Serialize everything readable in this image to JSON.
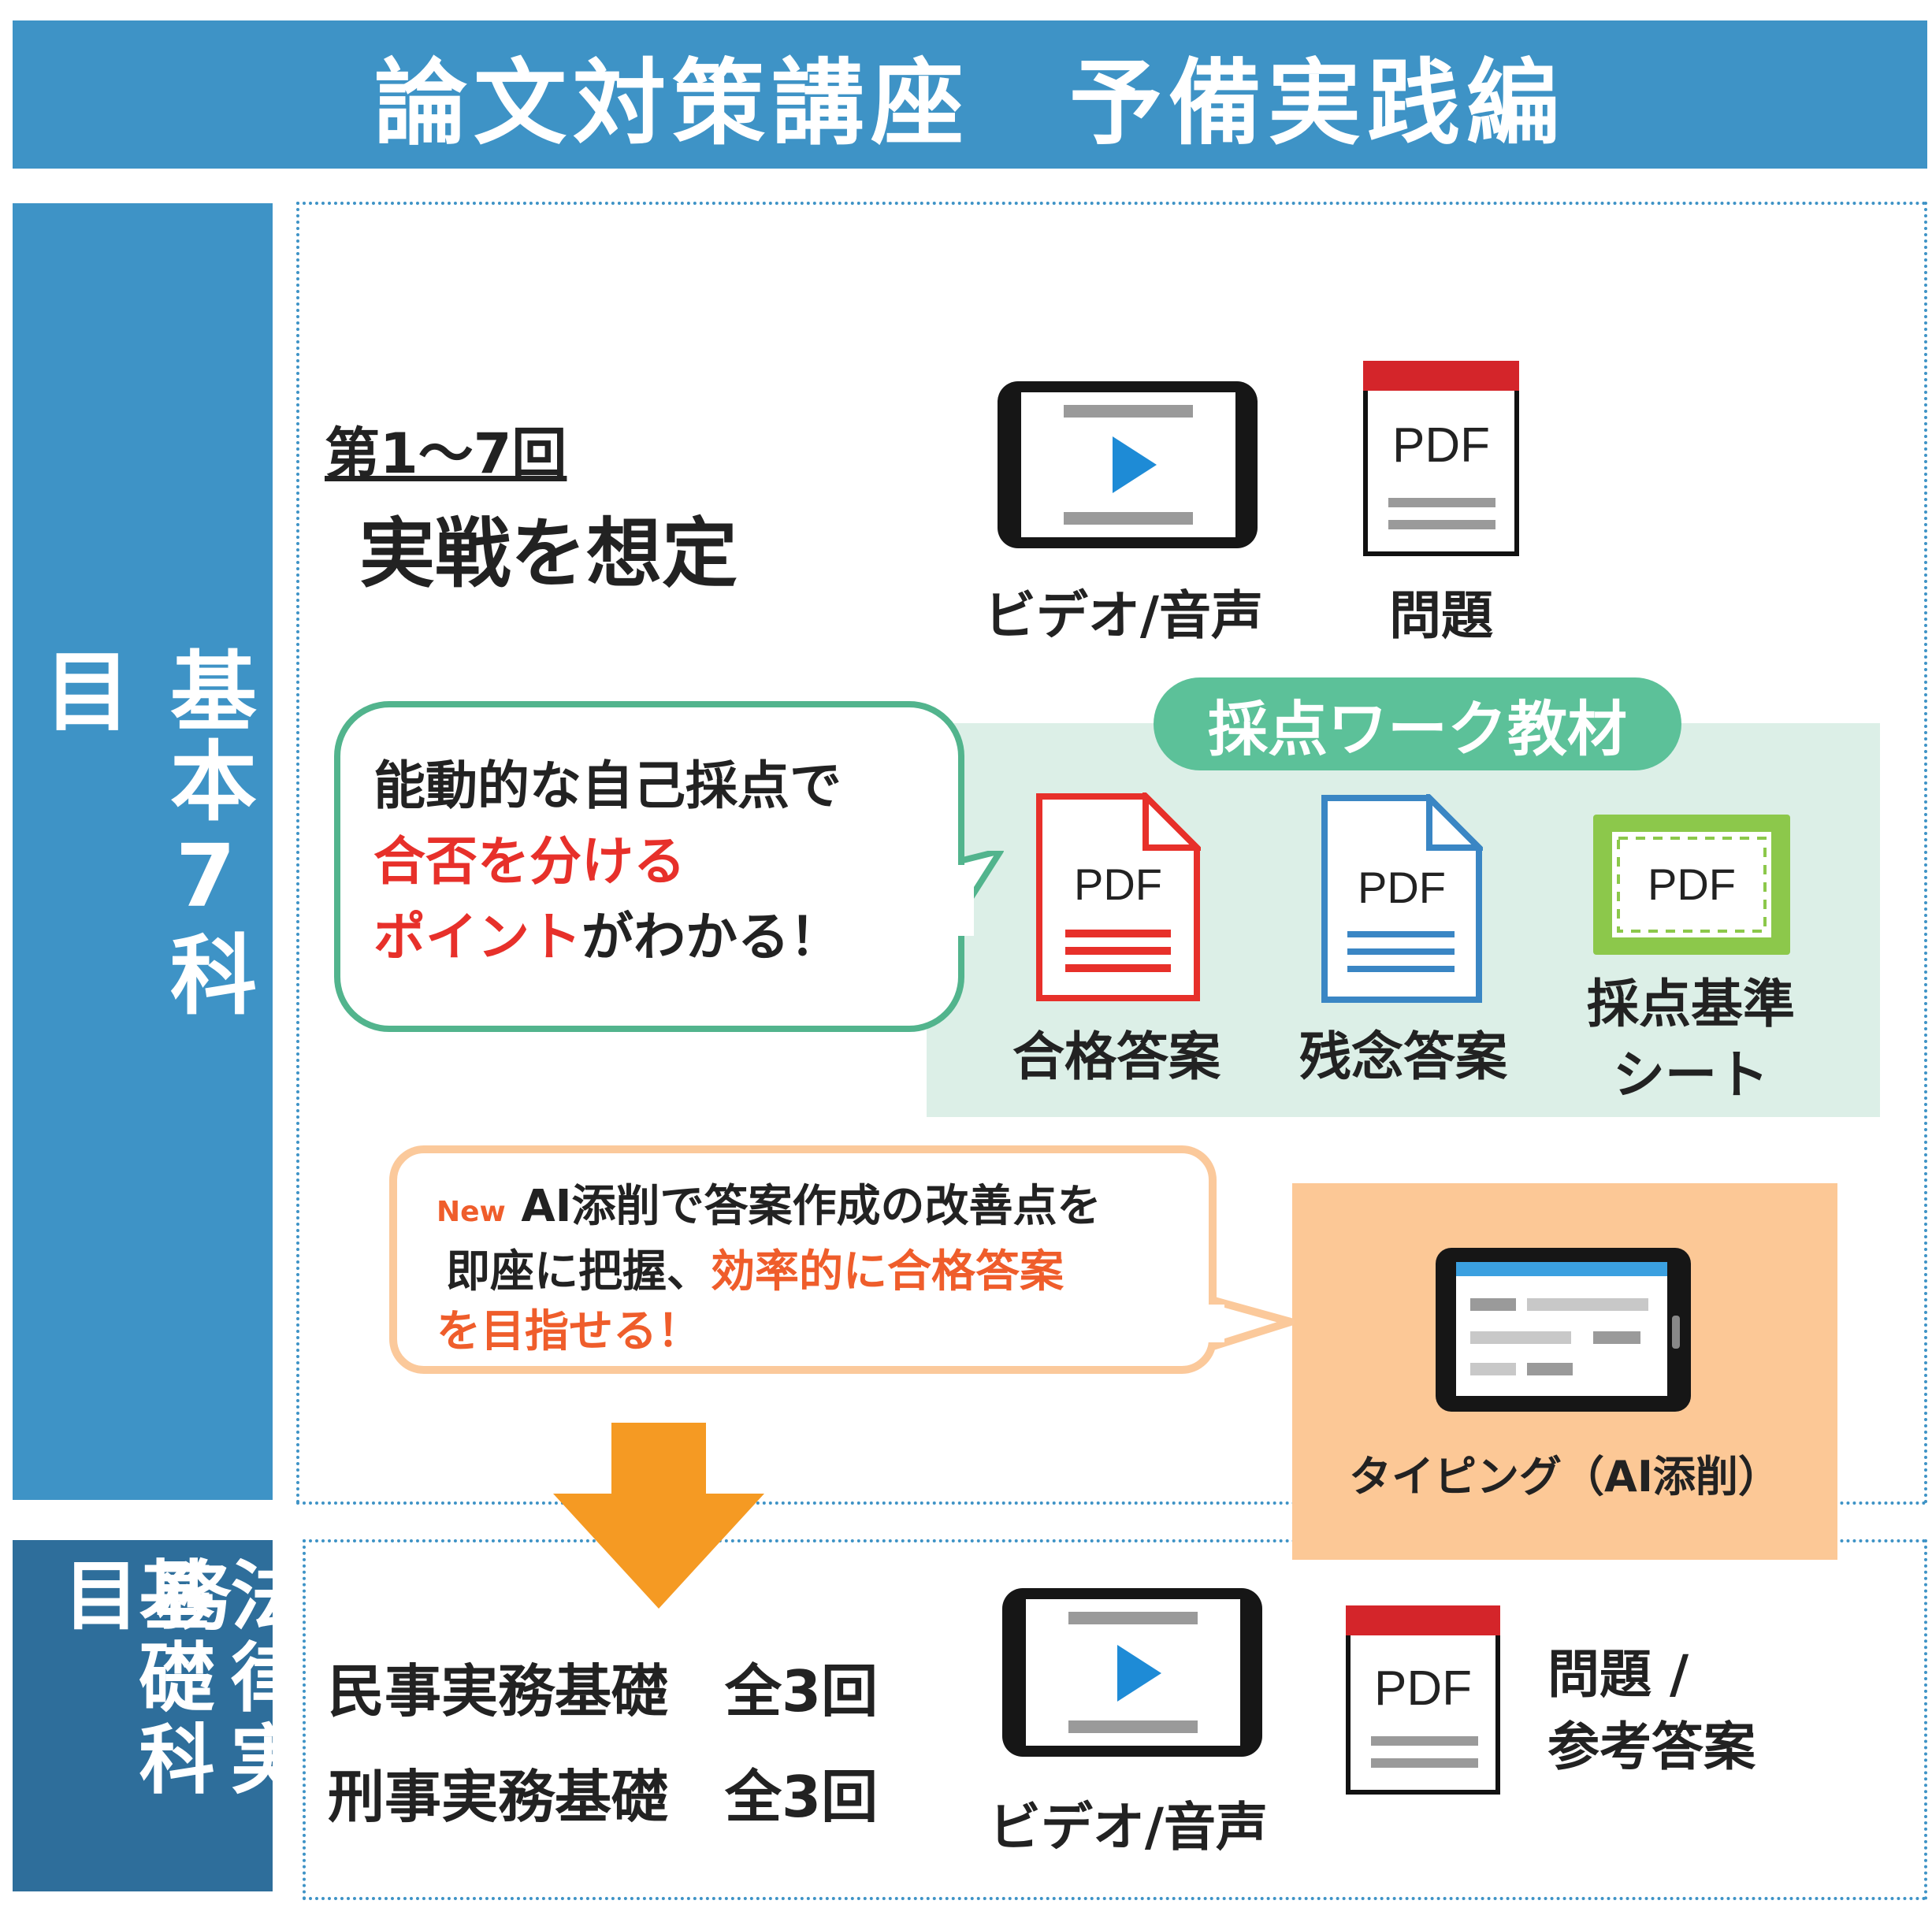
{
  "header": {
    "title": "論文対策講座　予備実践編"
  },
  "sidebar": {
    "basic_label": "基本7科目",
    "legal_label_col1": "法律実務",
    "legal_label_col2": "基礎科目"
  },
  "top_section": {
    "round": "第1～7回",
    "subtitle": "実戦を想定",
    "video_caption": "ビデオ/音声",
    "problem_caption": "問題",
    "pdf_label": "PDF"
  },
  "grading": {
    "title": "採点ワーク教材",
    "bubble_line1": "能動的な自己採点で",
    "bubble_line2_red": "合否を分ける",
    "bubble_line3_red": "ポイント",
    "bubble_line3_rest": "がわかる！",
    "docs": [
      {
        "label": "PDF",
        "caption": "合格答案",
        "color": "#e7302a"
      },
      {
        "label": "PDF",
        "caption": "残念答案",
        "color": "#3a86c4"
      },
      {
        "label": "PDF",
        "caption_line1": "採点基準",
        "caption_line2": "シート",
        "color": "#8cc84b"
      }
    ]
  },
  "ai_section": {
    "new_badge": "New",
    "line1": "AI添削で答案作成の改善点を",
    "line2_part1": "即座に把握、",
    "line2_orange": "効率的に合格答案",
    "line3_orange": "を目指せる！",
    "typing_caption": "タイピング（AI添削）"
  },
  "bottom_section": {
    "line1": "民事実務基礎　全3回",
    "line2": "刑事実務基礎　全3回",
    "video_caption": "ビデオ/音声",
    "pdf_label": "PDF",
    "pdf_caption_line1": "問題 /",
    "pdf_caption_line2": "参考答案"
  },
  "colors": {
    "header_blue": "#3e93c6",
    "dark_blue": "#2e6e9b",
    "green": "#5cc199",
    "orange_arrow": "#f59a23",
    "peach": "#fcc896",
    "red": "#e7302a"
  }
}
